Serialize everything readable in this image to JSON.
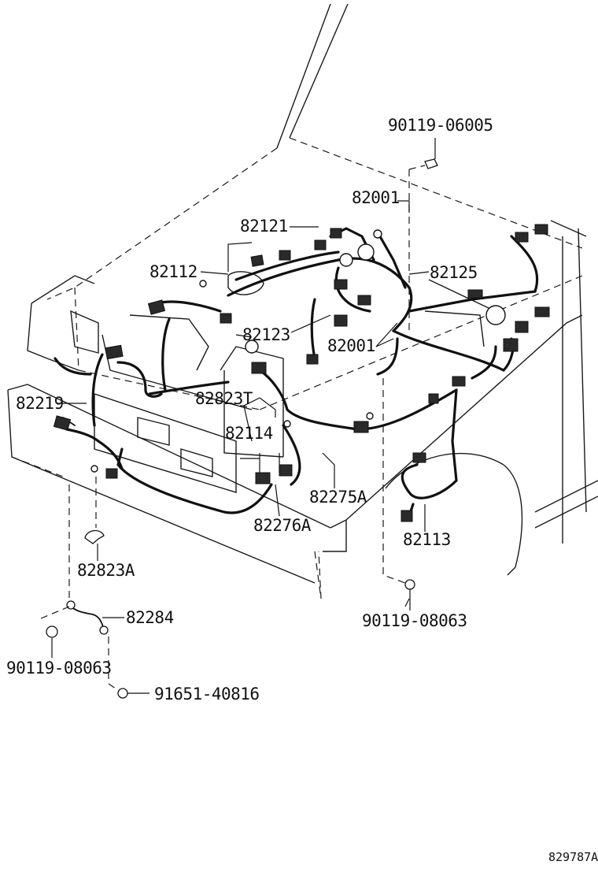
{
  "parts": {
    "p90119_06005": "90119-06005",
    "p82001_top": "82001",
    "p82121": "82121",
    "p82112": "82112",
    "p82125": "82125",
    "p82123": "82123",
    "p82001_mid": "82001",
    "p82219": "82219",
    "p82823T": "82823T",
    "p82114": "82114",
    "p82275A": "82275A",
    "p82276A": "82276A",
    "p82113": "82113",
    "p82823A": "82823A",
    "p82284": "82284",
    "p90119_08063_right": "90119-08063",
    "p90119_08063_left": "90119-08063",
    "p91651_40816": "91651-40816"
  },
  "figure_number": "829787A"
}
